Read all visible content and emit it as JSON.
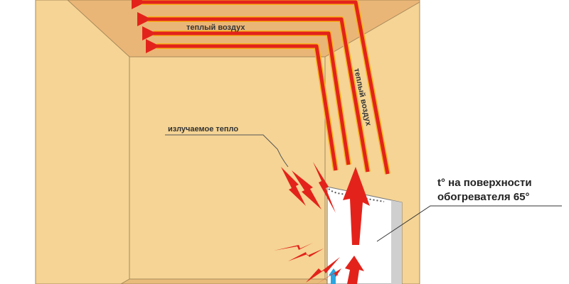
{
  "labels": {
    "warm_air_ceiling": "теплый воздух",
    "warm_air_wall": "теплый воздух",
    "radiated_heat": "излучаемое тепло",
    "surface_temp_line1": "t° на  поверхности",
    "surface_temp_line2": "обогревателя 65°"
  },
  "colors": {
    "wall": "#f5d495",
    "ceiling": "#eab677",
    "arrow": "#e3231b",
    "arrow_edge": "#f7b21a",
    "cold_air": "#2aa6e0"
  }
}
